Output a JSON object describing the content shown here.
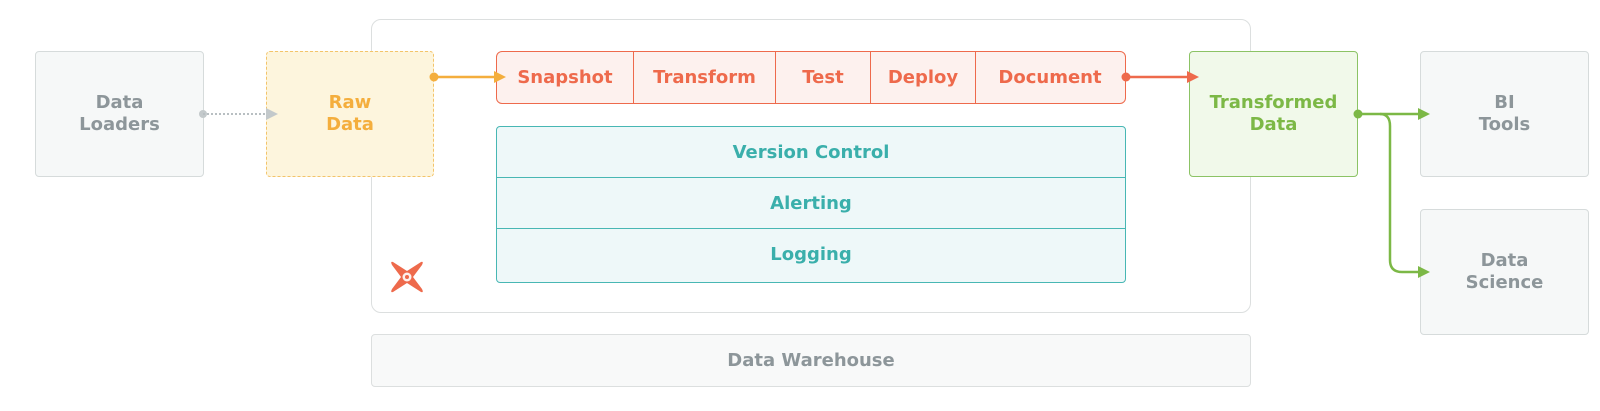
{
  "nodes": {
    "data_loaders": "Data\nLoaders",
    "raw_data": "Raw\nData",
    "transformed_data": "Transformed\nData",
    "bi_tools": "BI\nTools",
    "data_science": "Data\nScience"
  },
  "pipeline_steps": [
    "Snapshot",
    "Transform",
    "Test",
    "Deploy",
    "Document"
  ],
  "layers": [
    "Version Control",
    "Alerting",
    "Logging"
  ],
  "warehouse": "Data Warehouse",
  "icons": {
    "logo": "dbt-logo-icon"
  },
  "colors": {
    "gray": "#8d969a",
    "raw": "#f4ae3d",
    "steps": "#ee6a4c",
    "layers": "#3aafab",
    "transformed": "#7cb846"
  }
}
